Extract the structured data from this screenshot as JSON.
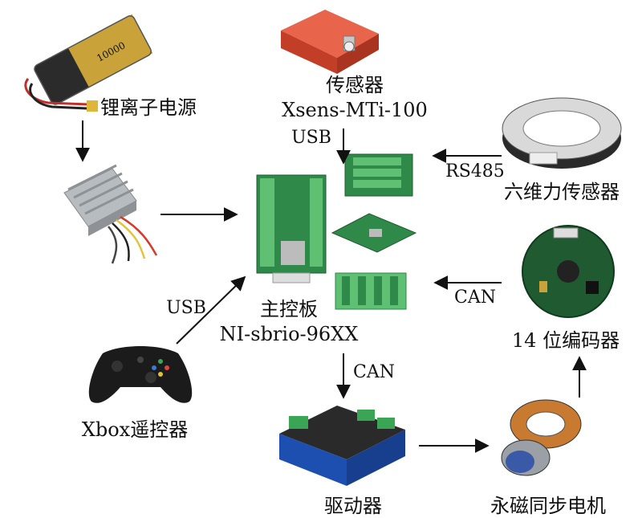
{
  "nodes": {
    "battery": {
      "label": "锂离子电源"
    },
    "sensor": {
      "label_line1": "传感器",
      "label_line2": "Xsens-MTi-100"
    },
    "ft_sensor": {
      "label": "六维力传感器"
    },
    "board": {
      "label_line1": "主控板",
      "label_line2": "NI-sbrio-96XX"
    },
    "encoder": {
      "label": "14 位编码器"
    },
    "xbox": {
      "label": "Xbox遥控器"
    },
    "driver": {
      "label": "驱动器"
    },
    "motor": {
      "label": "永磁同步电机"
    }
  },
  "edges": {
    "sensor_to_board": {
      "label": "USB"
    },
    "ft_to_board": {
      "label": "RS485"
    },
    "encoder_to_board": {
      "label": "CAN"
    },
    "xbox_to_board": {
      "label": "USB"
    },
    "board_to_driver": {
      "label": "CAN"
    }
  },
  "colors": {
    "arrow": "#111111",
    "sensor_body": "#d8452b",
    "pcb_green": "#2f8a4a",
    "terminal_green": "#5fbf73"
  }
}
